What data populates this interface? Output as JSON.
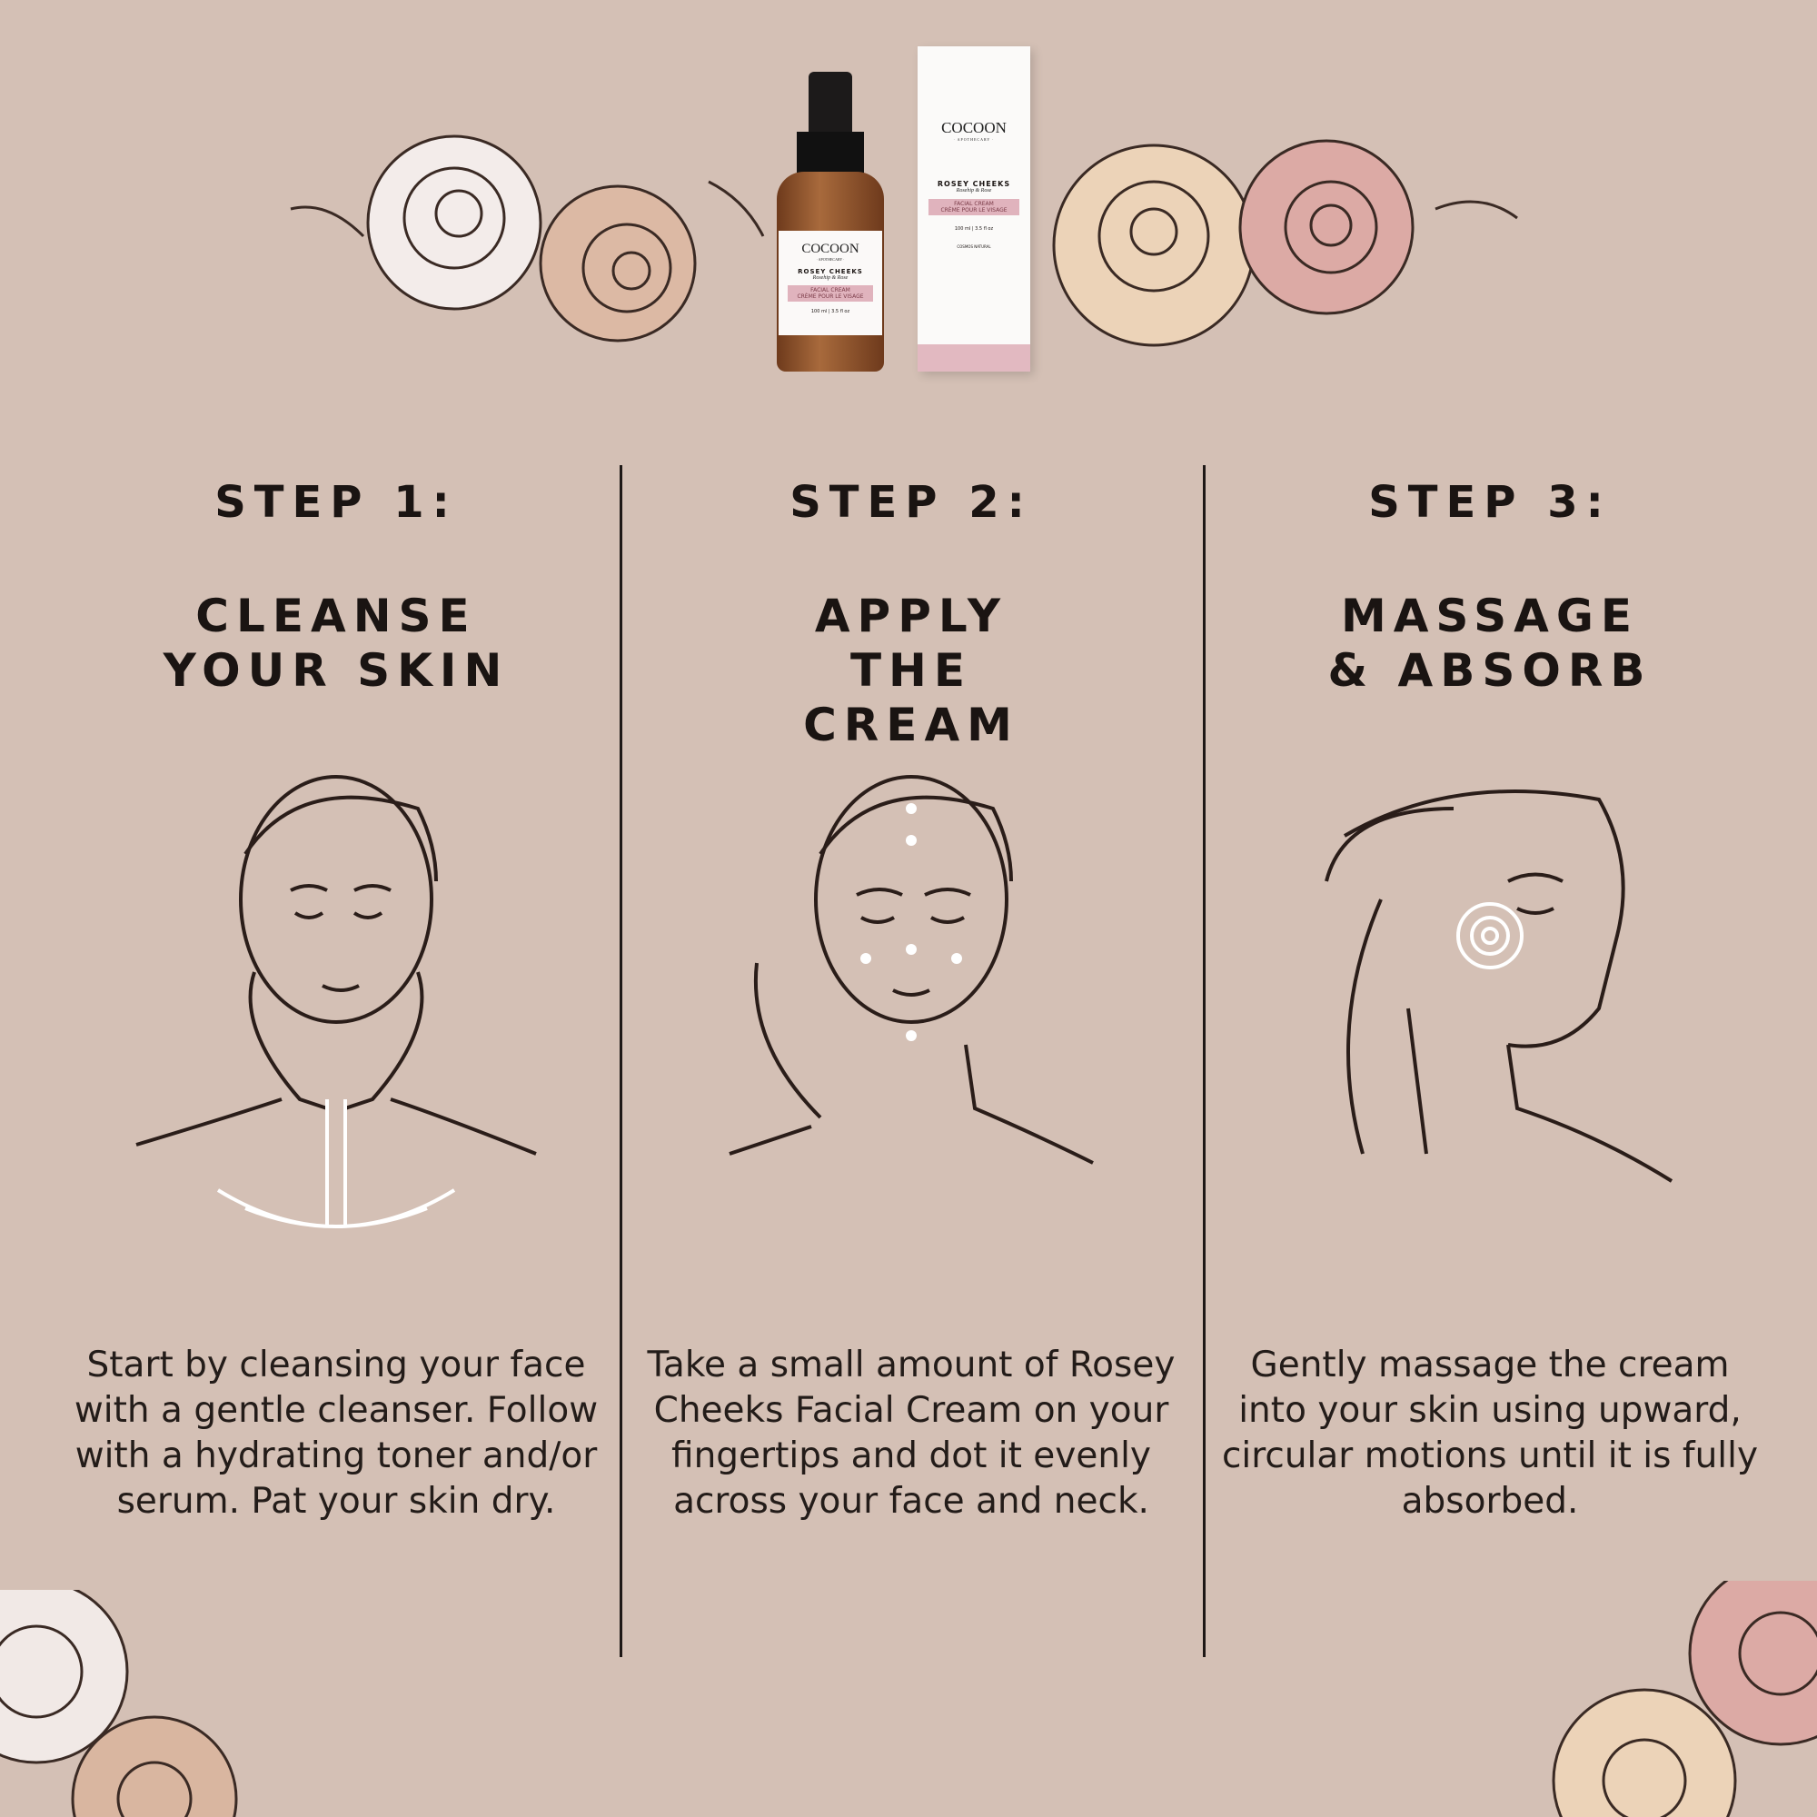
{
  "colors": {
    "background": "#d4c0b5",
    "text": "#1a1412",
    "label_pink": "#e0b3bd",
    "bottle_amber": "#8a4f28"
  },
  "product": {
    "brand": "COCOON",
    "sub_brand": "· APOTHECARY ·",
    "name": "ROSEY CHEEKS",
    "variant": "Rosehip & Rose",
    "type_en": "FACIAL CREAM",
    "type_fr": "CRÈME POUR LE VISAGE",
    "volume_ml": "100 ml",
    "volume_oz": "3.5 fl oz",
    "cert": "COSMOS NATURAL"
  },
  "steps": [
    {
      "step": "STEP 1:",
      "title": "CLEANSE YOUR SKIN",
      "body": "Start by cleansing your face with a gentle cleanser. Follow with a hydrating toner and/or serum. Pat your skin dry."
    },
    {
      "step": "STEP 2:",
      "title": "APPLY THE CREAM",
      "body": "Take a small amount of Rosey Cheeks Facial Cream on your fingertips and dot it evenly across your face and neck."
    },
    {
      "step": "STEP 3:",
      "title": "MASSAGE & ABSORB",
      "body": "Gently massage the cream into your skin using upward, circular motions until it is fully absorbed."
    }
  ]
}
